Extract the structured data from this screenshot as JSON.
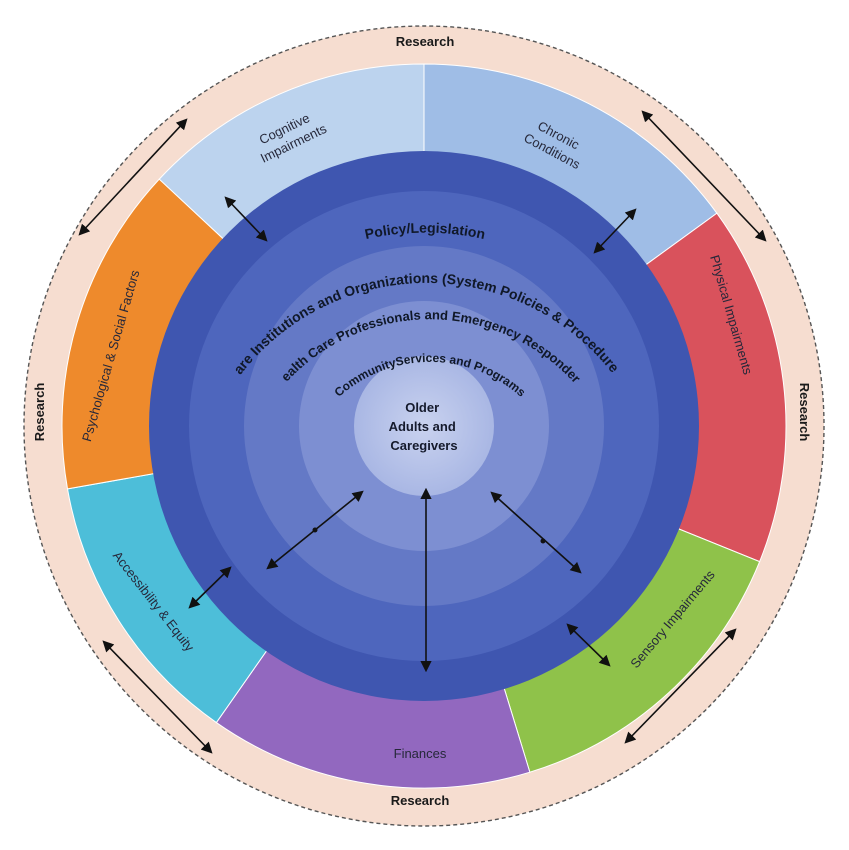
{
  "diagram": {
    "research_labels": [
      "Research",
      "Research",
      "Research",
      "Research"
    ],
    "segments": [
      {
        "id": "chronic",
        "lines": [
          "Chronic",
          "Conditions"
        ],
        "color": "#9fbde6"
      },
      {
        "id": "physical",
        "lines": [
          "Physical Impairments"
        ],
        "color": "#d9525c"
      },
      {
        "id": "sensory",
        "lines": [
          "Sensory Impairments"
        ],
        "color": "#8fc24a"
      },
      {
        "id": "finances",
        "lines": [
          "Finances"
        ],
        "color": "#9268bf"
      },
      {
        "id": "accessibility",
        "lines": [
          "Accessibility & Equity"
        ],
        "color": "#4dbed9"
      },
      {
        "id": "psychological",
        "lines": [
          "Psychological & Social Factors"
        ],
        "color": "#ee8a2c"
      },
      {
        "id": "cognitive",
        "lines": [
          "Cognitive",
          "Impairments"
        ],
        "color": "#bcd3ee"
      }
    ],
    "rings": {
      "policy": "Policy/Legislation",
      "institutions": "Care Institutions and Organizations (System Policies & Procedures)",
      "professionals": "Health Care Professionals and Emergency Responders",
      "community": "CommunityServices and Programs"
    },
    "center": [
      "Older",
      "Adults and",
      "Caregivers"
    ],
    "colors": {
      "outer_band": "#f6ddd0",
      "ring_dark": "#3d57b3",
      "ring_light": "#8ea1da",
      "center": "#b4c0e6"
    }
  }
}
